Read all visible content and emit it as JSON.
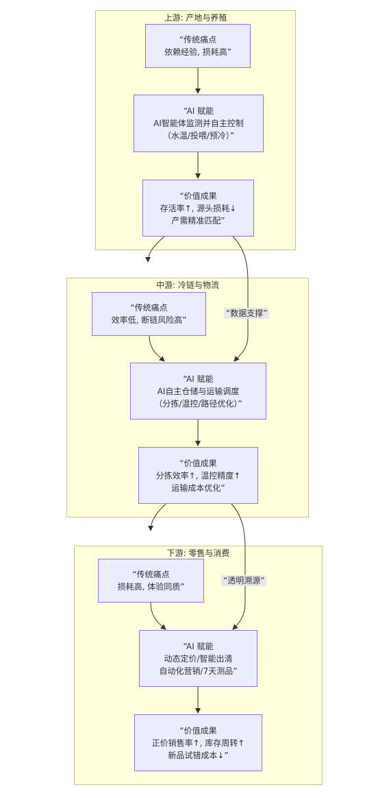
{
  "clusters": {
    "upstream": {
      "title": "上游: 产地与养殖"
    },
    "midstream": {
      "title": "中游: 冷链与物流"
    },
    "downstream": {
      "title": "下游: 零售与消费"
    }
  },
  "nodes": {
    "up_pain": {
      "lines": [
        "“传统痛点",
        "依赖经验, 损耗高”"
      ]
    },
    "up_ai": {
      "lines": [
        "“AI 赋能",
        "AI智能体监测并自主控制",
        "（水温/投喂/预冷）”"
      ]
    },
    "up_value": {
      "lines": [
        "“价值成果",
        "存活率↑, 源头损耗↓",
        "产需精准匹配”"
      ]
    },
    "mid_pain": {
      "lines": [
        "“传统痛点",
        "效率低, 断链风险高”"
      ]
    },
    "mid_ai": {
      "lines": [
        "“AI 赋能",
        "AI自主仓储与运输调度",
        "（分拣/温控/路径优化）”"
      ]
    },
    "mid_value": {
      "lines": [
        "“价值成果",
        "分拣效率↑, 温控精度↑",
        "运输成本优化”"
      ]
    },
    "down_pain": {
      "lines": [
        "“传统痛点",
        "损耗高, 体验同质”"
      ]
    },
    "down_ai": {
      "lines": [
        "“AI 赋能",
        "动态定价/智能出清",
        "自动化营销/7天测品”"
      ]
    },
    "down_value": {
      "lines": [
        "“价值成果",
        "正价销售率↑, 库存周转↑",
        "新品试错成本↓”"
      ]
    }
  },
  "edge_labels": {
    "data_support": "“数据支撑”",
    "traceability": "“透明溯源”"
  }
}
